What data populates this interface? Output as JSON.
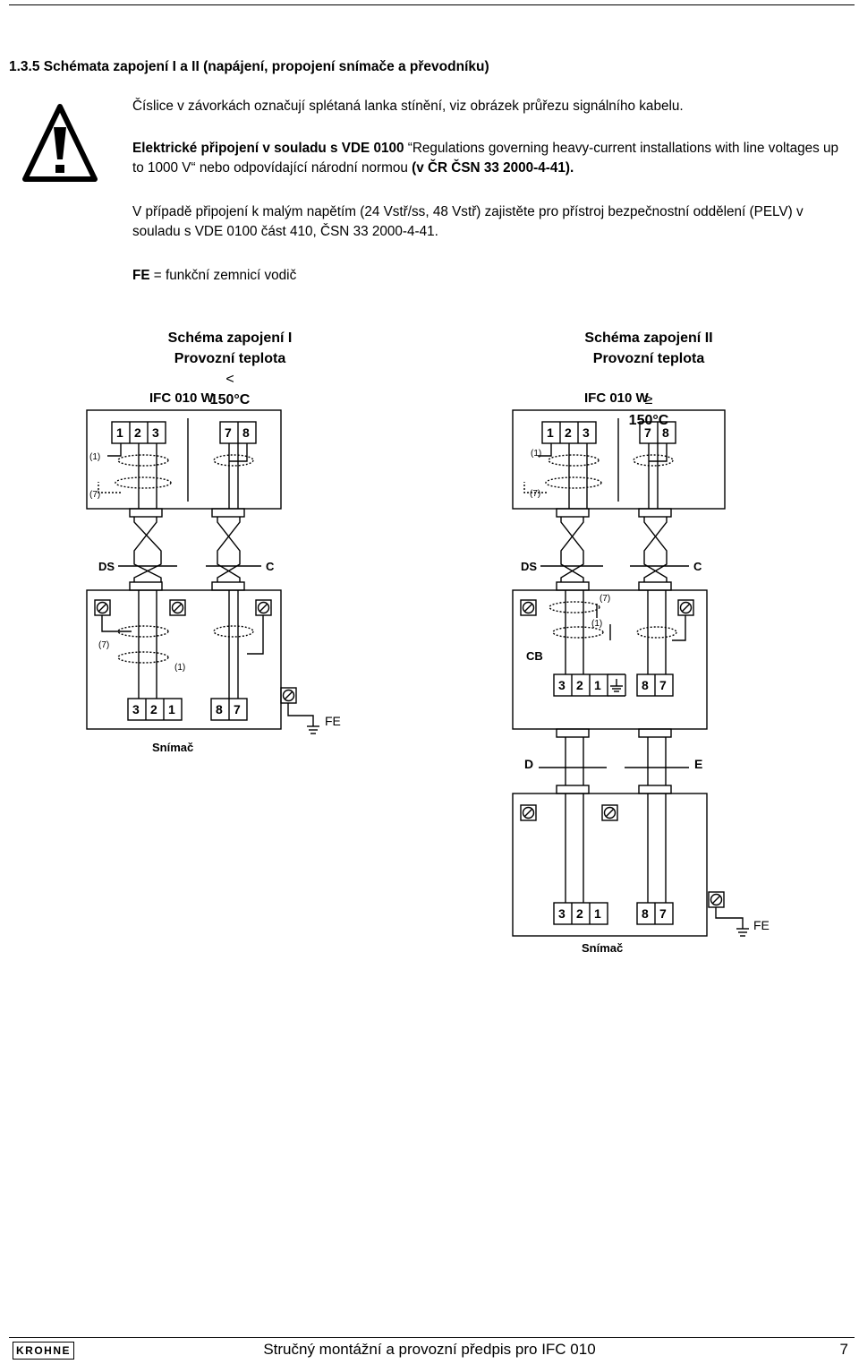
{
  "heading": "1.3.5 Schémata zapojení I a II (napájení, propojení snímače a převodníku)",
  "intro": {
    "line1": "Číslice v závorkách označují splétaná lanka stínění, viz obrázek průřezu signálního kabelu.",
    "line2_bold": "Elektrické připojení v souladu s VDE 0100",
    "line2_normal": " “Regulations governing heavy-current installations with line voltages up to 1000 V“ nebo odpovídající národní normou ",
    "line2_bold_end": "(v ČR ČSN 33 2000-4-41).",
    "line3": "V případě připojení k malým napětím (24 Vstř/ss, 48 Vstř) zajistěte pro přístroj bezpečnostní oddělení (PELV) v souladu s VDE 0100 část 410,  ČSN 33 2000-4-41.",
    "fe_bold": "FE",
    "fe_text": " = funkční zemnicí vodič"
  },
  "schema1": {
    "title": "Schéma zapojení I",
    "temp_label": "Provozní teplota",
    "temp_symbol": "<",
    "temp_value": "150°C",
    "converter": "IFC 010 W",
    "terminals_top_a": [
      "1",
      "2",
      "3"
    ],
    "terminals_top_b": [
      "7",
      "8"
    ],
    "shield_1": "(1)",
    "shield_7": "(7)",
    "cable_left": "DS",
    "cable_right": "C",
    "terminals_bottom_a": [
      "3",
      "2",
      "1"
    ],
    "terminals_bottom_b": [
      "8",
      "7"
    ],
    "fe": "FE",
    "sensor": "Snímač"
  },
  "schema2": {
    "title": "Schéma zapojení II",
    "temp_label": "Provozní teplota",
    "temp_symbol": "≥",
    "temp_value": "150°C",
    "converter": "IFC 010 W",
    "terminals_top_a": [
      "1",
      "2",
      "3"
    ],
    "terminals_top_b": [
      "7",
      "8"
    ],
    "shield_1": "(1)",
    "shield_7": "(7)",
    "cable_left": "DS",
    "cable_right": "C",
    "box": "CB",
    "terminals_cb_a": [
      "3",
      "2",
      "1"
    ],
    "terminals_cb_b": [
      "8",
      "7"
    ],
    "cable2_left": "D",
    "cable2_right": "E",
    "terminals_bottom_a": [
      "3",
      "2",
      "1"
    ],
    "terminals_bottom_b": [
      "8",
      "7"
    ],
    "fe": "FE",
    "sensor": "Snímač"
  },
  "footer": {
    "logo": "KROHNE",
    "text": "Stručný montážní a provozní předpis pro IFC 010",
    "page": "7"
  }
}
